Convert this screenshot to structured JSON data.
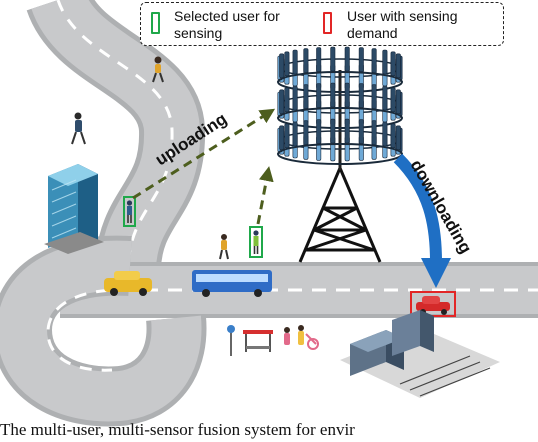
{
  "legend": {
    "selected_label": "Selected user for\nsensing",
    "demand_label": "User with sensing\ndemand",
    "selected_color": "#1fa84a",
    "demand_color": "#e22626"
  },
  "arrows": {
    "uploading_label": "uploading",
    "downloading_label": "downloading",
    "uploading_color": "#4d5e1e",
    "downloading_color": "#1f6fc4"
  },
  "caption": "The multi-user, multi-sensor fusion system for envir"
}
